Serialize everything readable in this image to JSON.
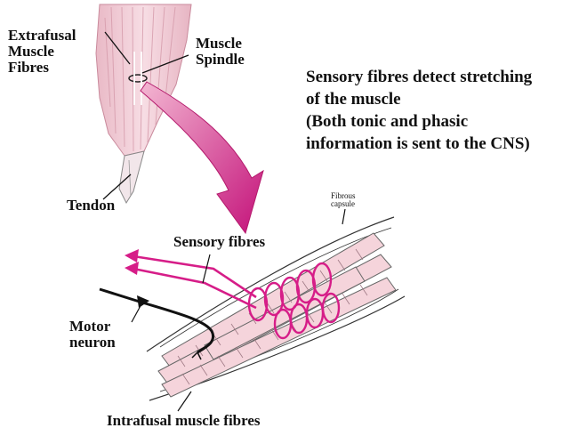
{
  "labels": {
    "extrafusal": [
      "Extrafusal",
      "Muscle",
      "Fibres"
    ],
    "muscle_spindle": [
      "Muscle",
      "Spindle"
    ],
    "tendon": "Tendon",
    "fibrous_capsule": [
      "Fibrous",
      "capsule"
    ],
    "sensory_fibres": "Sensory fibres",
    "motor_neuron": [
      "Motor",
      "neuron"
    ],
    "intrafusal": "Intrafusal muscle fibres"
  },
  "caption": {
    "lines": [
      "Sensory fibres detect  stretching",
      "of the muscle",
      "(Both tonic and phasic",
      "information is sent to the CNS)"
    ]
  },
  "colors": {
    "muscle_fill": "#f1cfd8",
    "spiral": "#d61d88",
    "arrow": "#d4207f",
    "fibre": "#f5d4db",
    "line": "#222222"
  }
}
